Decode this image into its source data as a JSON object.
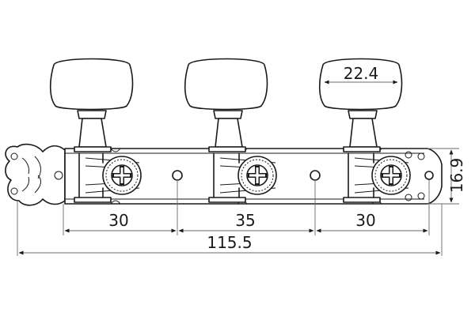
{
  "drawing": {
    "dimensions": {
      "knob_width": "22.4",
      "plate_height": "16.9",
      "spacing_left": "30",
      "spacing_middle": "35",
      "spacing_right": "30",
      "overall_length": "115.5"
    }
  }
}
